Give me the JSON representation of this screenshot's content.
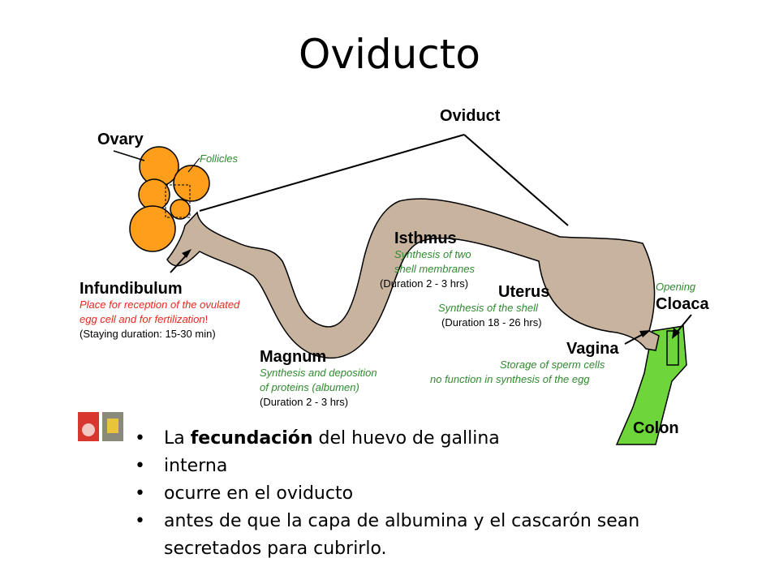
{
  "title": "Oviducto",
  "diagram": {
    "oviduct": "Oviduct",
    "ovary": "Ovary",
    "follicles": "Follicles",
    "infundibulum": {
      "name": "Infundibulum",
      "desc1": "Place for reception of the ovulated",
      "desc2": "egg cell and for fertilization",
      "excl": "!",
      "duration": "(Staying duration: 15-30 min)"
    },
    "magnum": {
      "name": "Magnum",
      "desc1": "Synthesis and deposition",
      "desc2": "of proteins (albumen)",
      "duration": "(Duration  2 - 3 hrs)"
    },
    "isthmus": {
      "name": "Isthmus",
      "desc1": "Synthesis of two",
      "desc2": "shell membranes",
      "duration": "(Duration  2 - 3 hrs)"
    },
    "uterus": {
      "name": "Uterus",
      "desc1": "Synthesis of the shell",
      "duration": "(Duration 18 - 26 hrs)"
    },
    "vagina": {
      "name": "Vagina",
      "desc1": "Storage of sperm cells",
      "desc2": "no function in synthesis of the egg"
    },
    "opening": "Opening",
    "cloaca": "Cloaca",
    "colon": "Colon"
  },
  "bullets": {
    "b1_pre": "La ",
    "b1_bold": "fecundación",
    "b1_post": " del huevo de gallina",
    "b2": "interna",
    "b3": "ocurre en el oviducto",
    "b4": "antes de que la capa de albumina y el cascarón sean secretados para cubrirlo."
  },
  "colors": {
    "tract": "#c8b49e",
    "ovary": "#ff9e1a",
    "colon": "#6ed63a",
    "desc_green": "#2f8a2f",
    "desc_red": "#e8281e"
  }
}
